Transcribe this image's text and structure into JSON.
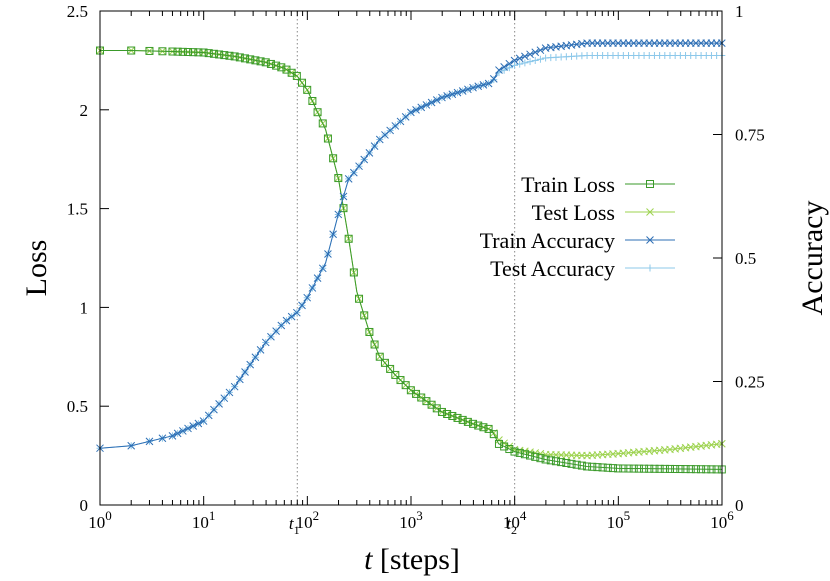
{
  "chart_data": {
    "type": "line",
    "xlabel": "t [steps]",
    "xscale": "log",
    "xlim": [
      1,
      1000000
    ],
    "ylabel_left": "Loss",
    "ylim_left": [
      0,
      2.5
    ],
    "yticks_left": [
      "0",
      "0.5",
      "1",
      "1.5",
      "2",
      "2.5"
    ],
    "ylabel_right": "Accuracy",
    "ylim_right": [
      0,
      1
    ],
    "yticks_right": [
      "0",
      "0.25",
      "0.5",
      "0.75",
      "1"
    ],
    "xticks": [
      "10^0",
      "10^1",
      "10^2",
      "10^3",
      "10^4",
      "10^5",
      "10^6"
    ],
    "vlines": [
      {
        "label": "t_1",
        "x": 80
      },
      {
        "label": "t_2",
        "x": 10000
      }
    ],
    "grid": false,
    "legend_position": "right",
    "series": [
      {
        "name": "Train Loss",
        "axis": "left",
        "color": "#3a9a2a",
        "marker": "square",
        "points": [
          [
            1,
            2.3
          ],
          [
            2,
            2.3
          ],
          [
            5,
            2.295
          ],
          [
            10,
            2.29
          ],
          [
            20,
            2.27
          ],
          [
            40,
            2.24
          ],
          [
            60,
            2.21
          ],
          [
            80,
            2.17
          ],
          [
            100,
            2.1
          ],
          [
            150,
            1.9
          ],
          [
            200,
            1.65
          ],
          [
            250,
            1.35
          ],
          [
            300,
            1.08
          ],
          [
            400,
            0.87
          ],
          [
            500,
            0.75
          ],
          [
            700,
            0.66
          ],
          [
            1000,
            0.58
          ],
          [
            2000,
            0.47
          ],
          [
            4000,
            0.41
          ],
          [
            6000,
            0.38
          ],
          [
            7000,
            0.31
          ],
          [
            10000,
            0.27
          ],
          [
            20000,
            0.23
          ],
          [
            50000,
            0.195
          ],
          [
            100000,
            0.185
          ],
          [
            1000000,
            0.18
          ]
        ]
      },
      {
        "name": "Test Loss",
        "axis": "left",
        "color": "#9dd34f",
        "marker": "x",
        "points": [
          [
            1,
            2.3
          ],
          [
            2,
            2.3
          ],
          [
            5,
            2.295
          ],
          [
            10,
            2.29
          ],
          [
            20,
            2.27
          ],
          [
            40,
            2.24
          ],
          [
            60,
            2.21
          ],
          [
            80,
            2.17
          ],
          [
            100,
            2.1
          ],
          [
            150,
            1.9
          ],
          [
            200,
            1.65
          ],
          [
            250,
            1.35
          ],
          [
            300,
            1.08
          ],
          [
            400,
            0.87
          ],
          [
            500,
            0.75
          ],
          [
            700,
            0.66
          ],
          [
            1000,
            0.58
          ],
          [
            2000,
            0.47
          ],
          [
            4000,
            0.41
          ],
          [
            6000,
            0.38
          ],
          [
            7000,
            0.33
          ],
          [
            10000,
            0.28
          ],
          [
            20000,
            0.255
          ],
          [
            50000,
            0.25
          ],
          [
            100000,
            0.26
          ],
          [
            300000,
            0.28
          ],
          [
            1000000,
            0.31
          ]
        ]
      },
      {
        "name": "Train Accuracy",
        "axis": "right",
        "color": "#2e6fb5",
        "marker": "x",
        "points": [
          [
            1,
            0.115
          ],
          [
            2,
            0.12
          ],
          [
            5,
            0.14
          ],
          [
            10,
            0.17
          ],
          [
            20,
            0.24
          ],
          [
            40,
            0.33
          ],
          [
            60,
            0.37
          ],
          [
            80,
            0.39
          ],
          [
            100,
            0.42
          ],
          [
            150,
            0.49
          ],
          [
            200,
            0.59
          ],
          [
            250,
            0.66
          ],
          [
            300,
            0.68
          ],
          [
            500,
            0.74
          ],
          [
            1000,
            0.795
          ],
          [
            2000,
            0.825
          ],
          [
            4000,
            0.845
          ],
          [
            6000,
            0.855
          ],
          [
            7000,
            0.88
          ],
          [
            10000,
            0.9
          ],
          [
            20000,
            0.925
          ],
          [
            50000,
            0.935
          ],
          [
            100000,
            0.935
          ],
          [
            1000000,
            0.935
          ]
        ]
      },
      {
        "name": "Test Accuracy",
        "axis": "right",
        "color": "#8cc8ea",
        "marker": "plus",
        "points": [
          [
            1,
            0.115
          ],
          [
            2,
            0.12
          ],
          [
            5,
            0.14
          ],
          [
            10,
            0.17
          ],
          [
            20,
            0.24
          ],
          [
            40,
            0.33
          ],
          [
            60,
            0.37
          ],
          [
            80,
            0.39
          ],
          [
            100,
            0.42
          ],
          [
            150,
            0.49
          ],
          [
            200,
            0.59
          ],
          [
            250,
            0.66
          ],
          [
            300,
            0.68
          ],
          [
            500,
            0.74
          ],
          [
            1000,
            0.795
          ],
          [
            2000,
            0.825
          ],
          [
            4000,
            0.845
          ],
          [
            6000,
            0.855
          ],
          [
            7000,
            0.875
          ],
          [
            10000,
            0.89
          ],
          [
            20000,
            0.905
          ],
          [
            50000,
            0.91
          ],
          [
            100000,
            0.91
          ],
          [
            1000000,
            0.91
          ]
        ]
      }
    ]
  }
}
